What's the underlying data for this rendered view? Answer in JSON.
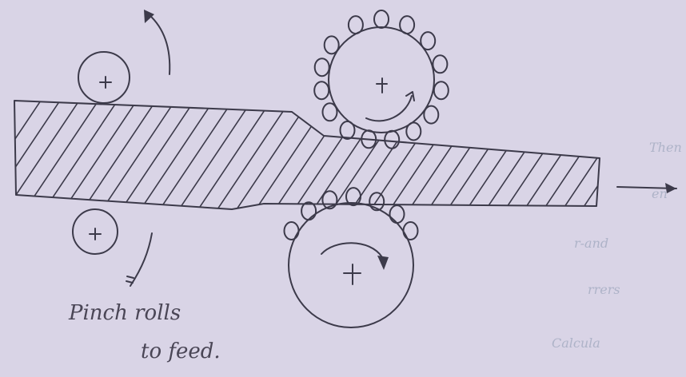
{
  "labels": {
    "caption_line1": "Pinch rolls",
    "caption_line2": "to feed."
  },
  "bleed_through": [
    "Then",
    "en",
    "r-and",
    "rrers",
    "Calcula"
  ],
  "colors": {
    "paper": "#d9d4e6",
    "ink": "#3c3a4a",
    "bleed": "#aeb3c8"
  }
}
